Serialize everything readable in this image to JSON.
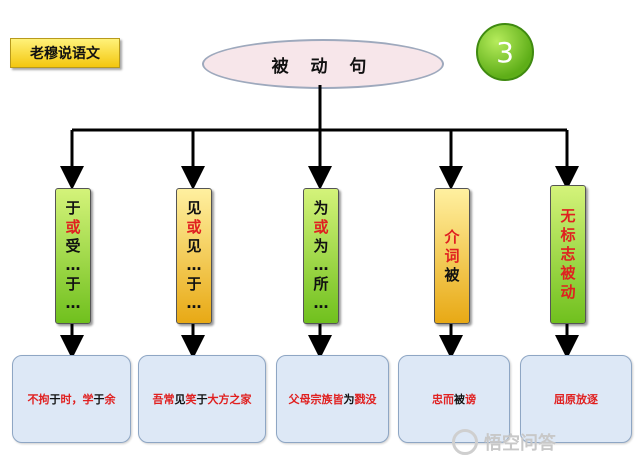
{
  "tag": "老穆说语文",
  "title": "被 动 句",
  "badge": "3",
  "pillars": [
    {
      "lines": [
        {
          "t": "于",
          "c": "dark"
        },
        {
          "t": "或",
          "c": "red"
        },
        {
          "t": "受",
          "c": "dark"
        },
        {
          "t": "…",
          "c": "dark"
        },
        {
          "t": "于",
          "c": "dark"
        },
        {
          "t": "…",
          "c": "dark"
        }
      ]
    },
    {
      "lines": [
        {
          "t": "见",
          "c": "dark"
        },
        {
          "t": "或",
          "c": "red"
        },
        {
          "t": "见",
          "c": "dark"
        },
        {
          "t": "…",
          "c": "dark"
        },
        {
          "t": "于",
          "c": "dark"
        },
        {
          "t": "…",
          "c": "dark"
        }
      ]
    },
    {
      "lines": [
        {
          "t": "为",
          "c": "dark"
        },
        {
          "t": "或",
          "c": "red"
        },
        {
          "t": "为",
          "c": "dark"
        },
        {
          "t": "…",
          "c": "dark"
        },
        {
          "t": "所",
          "c": "dark"
        },
        {
          "t": "…",
          "c": "dark"
        }
      ]
    },
    {
      "lines": [
        {
          "t": "介",
          "c": "red"
        },
        {
          "t": "词",
          "c": "red"
        },
        {
          "t": "被",
          "c": "dark"
        }
      ]
    },
    {
      "lines": [
        {
          "t": "无",
          "c": "red"
        },
        {
          "t": "标",
          "c": "red"
        },
        {
          "t": "志",
          "c": "red"
        },
        {
          "t": "被",
          "c": "red"
        },
        {
          "t": "动",
          "c": "red"
        }
      ]
    }
  ],
  "examples": [
    [
      {
        "t": "不拘",
        "c": "red"
      },
      {
        "t": "于",
        "c": "dark"
      },
      {
        "t": "时，学",
        "c": "red"
      },
      {
        "t": "于",
        "c": "dark"
      },
      {
        "t": "余",
        "c": "red"
      }
    ],
    [
      {
        "t": "吾常",
        "c": "red"
      },
      {
        "t": "见",
        "c": "dark"
      },
      {
        "t": "笑",
        "c": "red"
      },
      {
        "t": "于",
        "c": "dark"
      },
      {
        "t": "大方之家",
        "c": "red"
      }
    ],
    [
      {
        "t": "父母宗族皆",
        "c": "red"
      },
      {
        "t": "为",
        "c": "dark"
      },
      {
        "t": "戮没",
        "c": "red"
      }
    ],
    [
      {
        "t": "忠而",
        "c": "red"
      },
      {
        "t": "被",
        "c": "dark"
      },
      {
        "t": "谤",
        "c": "red"
      }
    ],
    [
      {
        "t": "屈原放逐",
        "c": "red"
      }
    ]
  ],
  "watermark": "悟空问答"
}
